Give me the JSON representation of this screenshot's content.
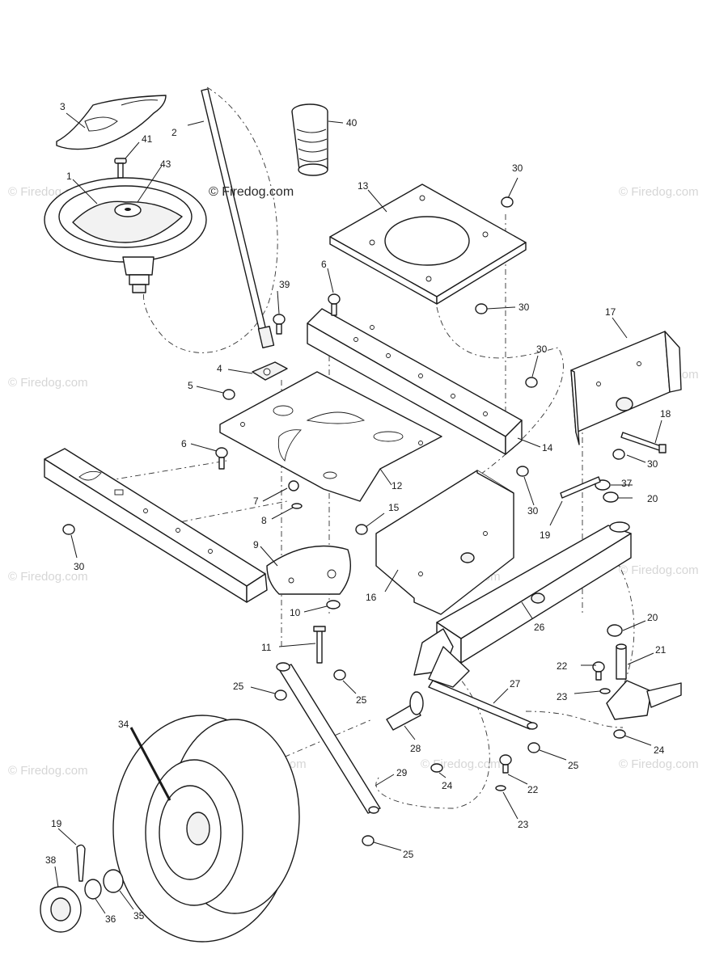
{
  "watermark_text": "© Firedog.com",
  "callouts": [
    {
      "id": "1",
      "label": "1"
    },
    {
      "id": "2",
      "label": "2"
    },
    {
      "id": "3",
      "label": "3"
    },
    {
      "id": "4",
      "label": "4"
    },
    {
      "id": "5",
      "label": "5"
    },
    {
      "id": "6a",
      "label": "6"
    },
    {
      "id": "6b",
      "label": "6"
    },
    {
      "id": "7",
      "label": "7"
    },
    {
      "id": "8",
      "label": "8"
    },
    {
      "id": "9",
      "label": "9"
    },
    {
      "id": "10",
      "label": "10"
    },
    {
      "id": "11",
      "label": "11"
    },
    {
      "id": "12",
      "label": "12"
    },
    {
      "id": "13",
      "label": "13"
    },
    {
      "id": "14",
      "label": "14"
    },
    {
      "id": "15",
      "label": "15"
    },
    {
      "id": "16",
      "label": "16"
    },
    {
      "id": "17",
      "label": "17"
    },
    {
      "id": "18",
      "label": "18"
    },
    {
      "id": "19a",
      "label": "19"
    },
    {
      "id": "19b",
      "label": "19"
    },
    {
      "id": "20a",
      "label": "20"
    },
    {
      "id": "20b",
      "label": "20"
    },
    {
      "id": "21",
      "label": "21"
    },
    {
      "id": "22a",
      "label": "22"
    },
    {
      "id": "22b",
      "label": "22"
    },
    {
      "id": "23a",
      "label": "23"
    },
    {
      "id": "23b",
      "label": "23"
    },
    {
      "id": "24a",
      "label": "24"
    },
    {
      "id": "24b",
      "label": "24"
    },
    {
      "id": "25a",
      "label": "25"
    },
    {
      "id": "25b",
      "label": "25"
    },
    {
      "id": "25c",
      "label": "25"
    },
    {
      "id": "25d",
      "label": "25"
    },
    {
      "id": "26",
      "label": "26"
    },
    {
      "id": "27",
      "label": "27"
    },
    {
      "id": "28",
      "label": "28"
    },
    {
      "id": "29",
      "label": "29"
    },
    {
      "id": "30a",
      "label": "30"
    },
    {
      "id": "30b",
      "label": "30"
    },
    {
      "id": "30c",
      "label": "30"
    },
    {
      "id": "30d",
      "label": "30"
    },
    {
      "id": "30e",
      "label": "30"
    },
    {
      "id": "30f",
      "label": "30"
    },
    {
      "id": "34",
      "label": "34"
    },
    {
      "id": "35",
      "label": "35"
    },
    {
      "id": "36",
      "label": "36"
    },
    {
      "id": "37",
      "label": "37"
    },
    {
      "id": "38",
      "label": "38"
    },
    {
      "id": "39",
      "label": "39"
    },
    {
      "id": "40",
      "label": "40"
    },
    {
      "id": "41",
      "label": "41"
    },
    {
      "id": "43",
      "label": "43"
    }
  ]
}
